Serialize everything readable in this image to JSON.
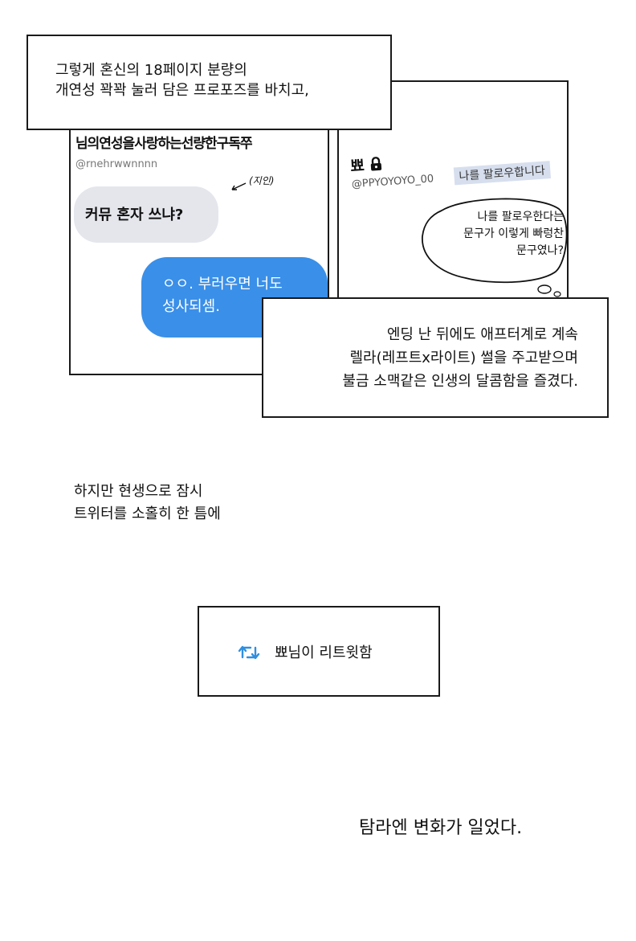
{
  "caption_top": "그렇게 혼신의 18페이지 분량의\n개연성 꽉꽉 눌러 담은 프로포즈를 바치고,",
  "left_panel": {
    "account_name": "님의연성을사랑하는선량한구독쭈",
    "account_handle": "@rnehrwwnnnn",
    "aside_note": "(지인)",
    "received_message": "커뮤 혼자 쓰냐?",
    "sent_message": "ㅇㅇ. 부러우면 너도\n성사되셈."
  },
  "right_panel": {
    "account_name": "뾰",
    "lock_icon": "lock-icon",
    "account_handle": "@PPYOYOYO_00",
    "follows_you": "나를 팔로우합니다",
    "thought": "나를 팔로우한다는\n문구가 이렇게 빠렁찬\n문구였나?"
  },
  "caption_middle": "엔딩 난 뒤에도 애프터계로 계속\n렐라(레프트x라이트) 썰을 주고받으며\n불금 소맥같은 인생의 달콤함을 즐겼다.",
  "narration": "하지만 현생으로 잠시\n트위터를 소홀히 한 틈에",
  "retweet": {
    "icon": "retweet-icon",
    "icon_color": "#2f8fe0",
    "label": "뾰님이 리트윗함"
  },
  "ending": "탐라엔 변화가 일었다.",
  "colors": {
    "sent_bubble": "#3a8fe8",
    "received_bubble": "#e4e6ec",
    "border": "#1a1a1a"
  }
}
